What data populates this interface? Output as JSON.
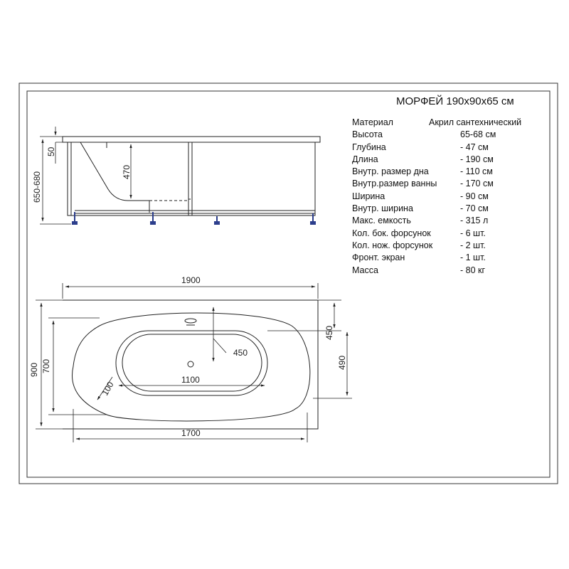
{
  "title": "МОРФЕЙ 190х90х65 см",
  "specs": [
    {
      "label": "Материал",
      "value": "Акрил сантехнический"
    },
    {
      "label": "Высота",
      "value": "65-68 см"
    },
    {
      "label": "Глубина",
      "value": "- 47 см"
    },
    {
      "label": "Длина",
      "value": "- 190 см"
    },
    {
      "label": "Внутр. размер дна",
      "value": "- 110 см"
    },
    {
      "label": "Внутр.размер ванны",
      "value": "- 170 см"
    },
    {
      "label": "Ширина",
      "value": "- 90 см"
    },
    {
      "label": "Внутр. ширина",
      "value": "- 70 см"
    },
    {
      "label": "Макс. емкость",
      "value": "- 315 л"
    },
    {
      "label": "Кол. бок. форсунок",
      "value": "- 6 шт."
    },
    {
      "label": "Кол. нож. форсунок",
      "value": "- 2 шт."
    },
    {
      "label": "Фронт. экран",
      "value": "- 1 шт."
    },
    {
      "label": "Масса",
      "value": "- 80 кг"
    }
  ],
  "dimensions": {
    "side_50": "50",
    "side_470": "470",
    "side_height": "650-680",
    "top_1900": "1900",
    "top_1700": "1700",
    "top_1100": "1100",
    "top_900": "900",
    "top_700": "700",
    "top_450_right": "450",
    "top_490": "490",
    "top_450_radius": "450",
    "top_100": "100"
  },
  "colors": {
    "line": "#222222",
    "frame": "#333333",
    "foot": "#2c3e8c"
  }
}
